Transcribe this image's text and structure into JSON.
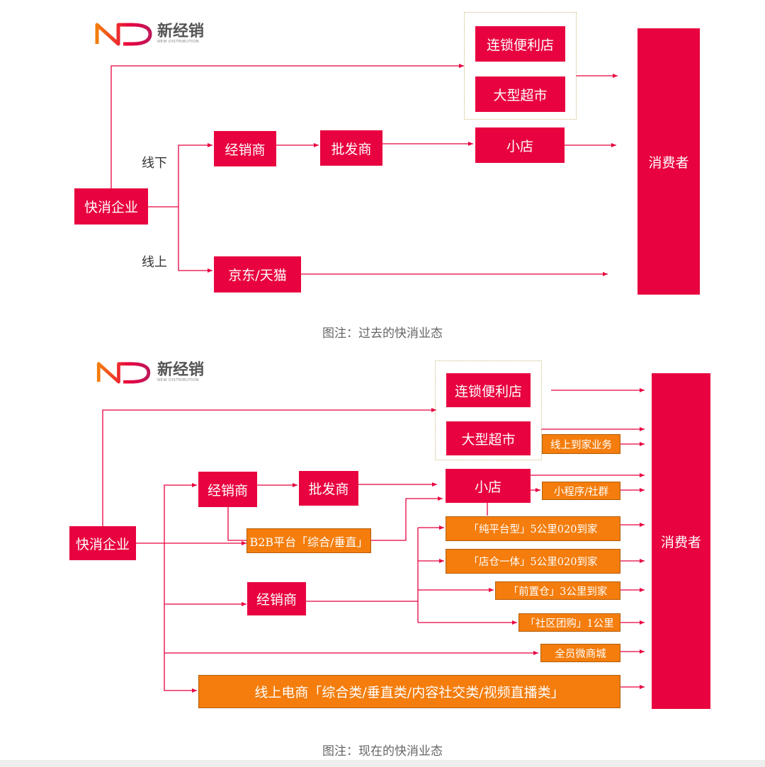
{
  "logo": {
    "name": "新经销",
    "sub": "NEW DISTRIBUTION",
    "colors": [
      "#f47d0d",
      "#e8023f",
      "#c0185a"
    ]
  },
  "colors": {
    "red": "#e8023f",
    "orange": "#f47d0d",
    "line": "#e8023f"
  },
  "past": {
    "caption": "图注：过去的快消业态",
    "enterprise": "快消企业",
    "label_offline": "线下",
    "label_online": "线上",
    "distributor": "经销商",
    "wholesaler": "批发商",
    "chain_store": "连锁便利店",
    "supermarket": "大型超市",
    "small_shop": "小店",
    "jd_tmall": "京东/天猫",
    "consumer": "消费者"
  },
  "present": {
    "caption": "图注：现在的快消业态",
    "enterprise": "快消企业",
    "distributor_1": "经销商",
    "wholesaler": "批发商",
    "b2b": "B2B平台「综合/垂直」",
    "distributor_2": "经销商",
    "chain_store": "连锁便利店",
    "supermarket": "大型超市",
    "small_shop": "小店",
    "online_home": "线上到家业务",
    "miniprogram": "小程序/社群",
    "pure_platform": "「纯平台型」5公里020到家",
    "store_warehouse": "「店仓一体」5公里020到家",
    "front_warehouse": "「前置仓」3公里到家",
    "group_buy": "「社区团购」1公里",
    "all_staff": "全员微商城",
    "ecommerce": "线上电商「综合类/垂直类/内容社交类/视频直播类」",
    "consumer": "消费者"
  }
}
